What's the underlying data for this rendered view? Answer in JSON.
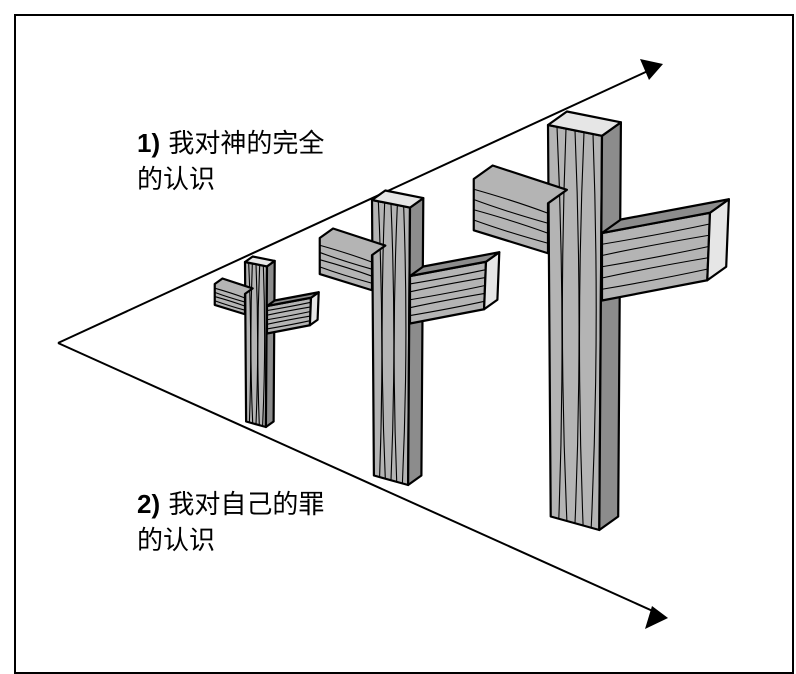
{
  "labels": [
    {
      "number": "1)",
      "line1": "我对神的完全",
      "line2": "的认识"
    },
    {
      "number": "2)",
      "line1": "我对自己的罪",
      "line2": "的认识"
    }
  ],
  "colors": {
    "line": "#000000",
    "wood_front": "#b4b4b4",
    "wood_side": "#8c8c8c",
    "wood_top": "#e6e6e6"
  },
  "icons": [
    "arrowhead-icon",
    "cross-icon"
  ]
}
